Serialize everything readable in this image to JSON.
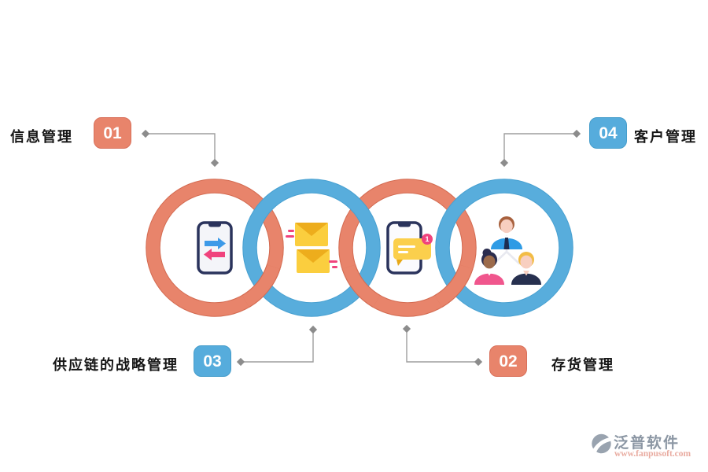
{
  "steps": [
    {
      "number": "01",
      "label": "信息管理",
      "badge_color": "#E8846B",
      "position": "top-left"
    },
    {
      "number": "02",
      "label": "存货管理",
      "badge_color": "#E8846B",
      "position": "bottom-right"
    },
    {
      "number": "03",
      "label": "供应链的战略管理",
      "badge_color": "#56ACDC",
      "position": "bottom-left"
    },
    {
      "number": "04",
      "label": "客户管理",
      "badge_color": "#56ACDC",
      "position": "top-right"
    }
  ],
  "rings": [
    {
      "index": 1,
      "color": "#E8846B",
      "icon": "phone-data-transfer-icon"
    },
    {
      "index": 2,
      "color": "#56ACDC",
      "icon": "mail-envelopes-icon"
    },
    {
      "index": 3,
      "color": "#E8846B",
      "icon": "phone-chat-notification-icon"
    },
    {
      "index": 4,
      "color": "#56ACDC",
      "icon": "team-people-icon"
    }
  ],
  "phone_chat": {
    "badge_count": "1"
  },
  "watermark": {
    "brand": "泛普软件",
    "url": "www.fanpusoft.com"
  },
  "icons": {
    "connector_endpoint": "diamond-marker",
    "watermark_logo": "fanpu-logo-icon"
  },
  "colors": {
    "salmon": "#E8846B",
    "salmon_edge": "#D36A50",
    "blue": "#56ACDC",
    "blue_edge": "#47A0D1",
    "connector": "#9E9E9E",
    "label_text": "#161616",
    "envelope_body": "#FBCE3E",
    "envelope_flap": "#EDAD1C",
    "accent_pink": "#F0437D",
    "accent_blue_arrow": "#3D9AE8",
    "phone_frame": "#2A335C"
  }
}
